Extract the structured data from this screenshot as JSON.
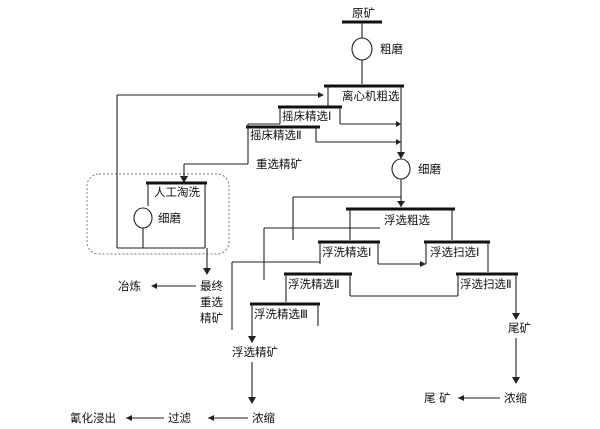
{
  "labels": {
    "raw_ore": "原矿",
    "coarse_grind": "粗磨",
    "centrifuge_rough": "离心机粗选",
    "table_clean_1": "摇床精选Ⅰ",
    "table_clean_2": "摇床精选Ⅱ",
    "gravity_conc": "重选精矿",
    "fine_grind": "细磨",
    "manual_pan": "人工淘洗",
    "fine_grind_2": "细磨",
    "flot_rough": "浮选粗选",
    "flot_clean_1": "浮洗精选Ⅰ",
    "flot_scav_1": "浮选扫选Ⅰ",
    "flot_clean_2": "浮洗精选Ⅱ",
    "flot_scav_2": "浮选扫选Ⅱ",
    "flot_clean_3": "浮洗精选Ⅲ",
    "smelting": "冶炼",
    "final_gravity_1": "最终",
    "final_gravity_2": "重选",
    "final_gravity_3": "精矿",
    "flot_conc": "浮选精矿",
    "tailings_1": "尾矿",
    "thicken_1": "浓缩",
    "tailings_2": "尾 矿",
    "cyanide_leach": "氰化浸出",
    "filter": "过滤",
    "thicken_2": "浓缩"
  }
}
